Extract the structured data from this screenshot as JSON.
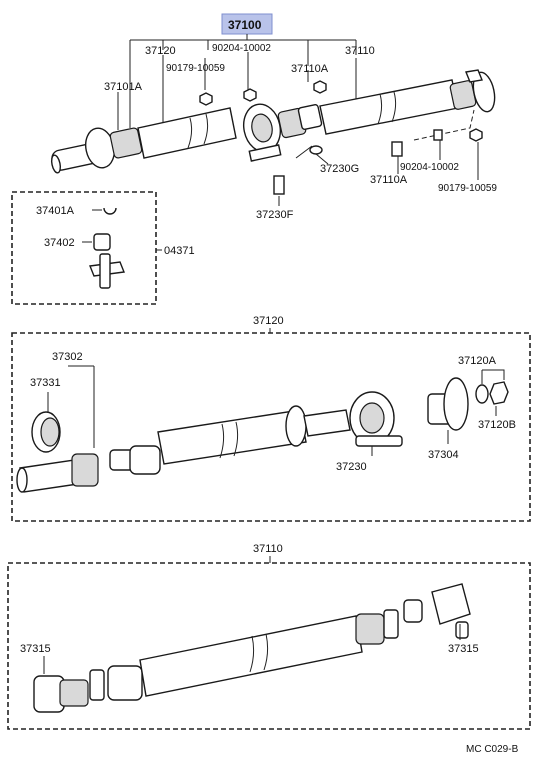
{
  "diagram": {
    "main_part": "37100",
    "labels": {
      "p37120_top": "37120",
      "p90204_top": "90204-10002",
      "p37110_top": "37110",
      "p90179_top": "90179-10059",
      "p37110A_top": "37110A",
      "p37101A": "37101A",
      "p37230G": "37230G",
      "p37110A_bot": "37110A",
      "p90204_right": "90204-10002",
      "p90179_right": "90179-10059",
      "p37230F": "37230F",
      "p37401A": "37401A",
      "p37402": "37402",
      "p04371": "04371",
      "sec37120": "37120",
      "p37302": "37302",
      "p37331": "37331",
      "p37120A": "37120A",
      "p37120B": "37120B",
      "p37230": "37230",
      "p37304": "37304",
      "sec37110": "37110",
      "p37315_left": "37315",
      "p37315_right": "37315",
      "footer_code": "MC C029-B"
    },
    "colors": {
      "highlight": "#b9c3ea",
      "ink": "#1a1a1a"
    }
  }
}
